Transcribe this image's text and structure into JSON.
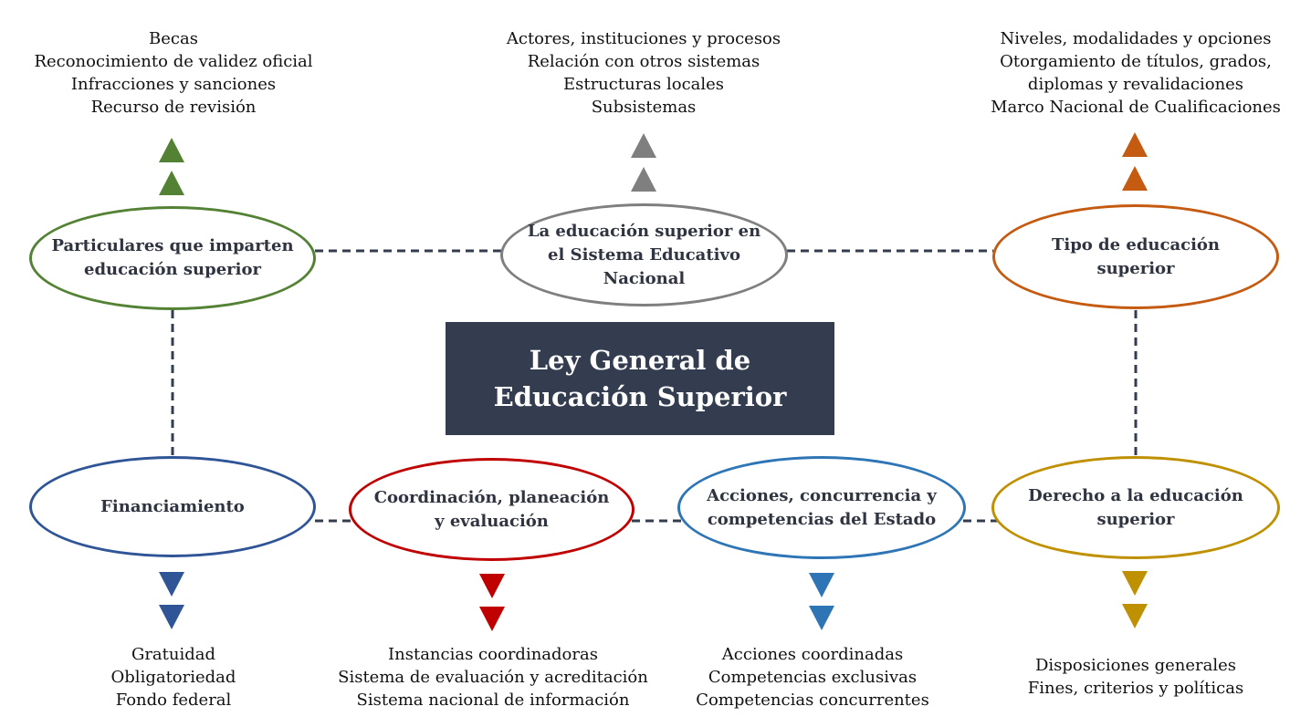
{
  "title": [
    "Ley General de",
    "Educación Superior"
  ],
  "nodes": {
    "particulares": {
      "label": [
        "Particulares que imparten",
        "educación superior"
      ],
      "color": "#548235",
      "items": [
        "Becas",
        "Reconocimiento de validez oficial",
        "Infracciones y sanciones",
        "Recurso de revisión"
      ]
    },
    "sistema": {
      "label": [
        "La educación superior en",
        "el Sistema Educativo",
        "Nacional"
      ],
      "color": "#7f7f7f",
      "items": [
        "Actores, instituciones y procesos",
        "Relación con otros sistemas",
        "Estructuras locales",
        "Subsistemas"
      ]
    },
    "tipo": {
      "label": [
        "Tipo de educación",
        "superior"
      ],
      "color": "#c55a11",
      "items": [
        "Niveles, modalidades y opciones",
        "Otorgamiento de títulos, grados,",
        "diplomas y revalidaciones",
        "Marco Nacional de Cualificaciones"
      ]
    },
    "financiamiento": {
      "label": [
        "Financiamiento"
      ],
      "color": "#2f5597",
      "items": [
        "Gratuidad",
        "Obligatoriedad",
        "Fondo federal"
      ]
    },
    "coordinacion": {
      "label": [
        "Coordinación, planeación",
        "y evaluación"
      ],
      "color": "#c00000",
      "items": [
        "Instancias coordinadoras",
        "Sistema de evaluación y acreditación",
        "Sistema nacional de información"
      ]
    },
    "acciones": {
      "label": [
        "Acciones, concurrencia y",
        "competencias del Estado"
      ],
      "color": "#2e75b6",
      "items": [
        "Acciones coordinadas",
        "Competencias exclusivas",
        "Competencias concurrentes"
      ]
    },
    "derecho": {
      "label": [
        "Derecho a la educación",
        "superior"
      ],
      "color": "#bf9000",
      "items": [
        "Disposiciones generales",
        "Fines, criterios y políticas"
      ]
    }
  },
  "connector_color": "#333d4f"
}
